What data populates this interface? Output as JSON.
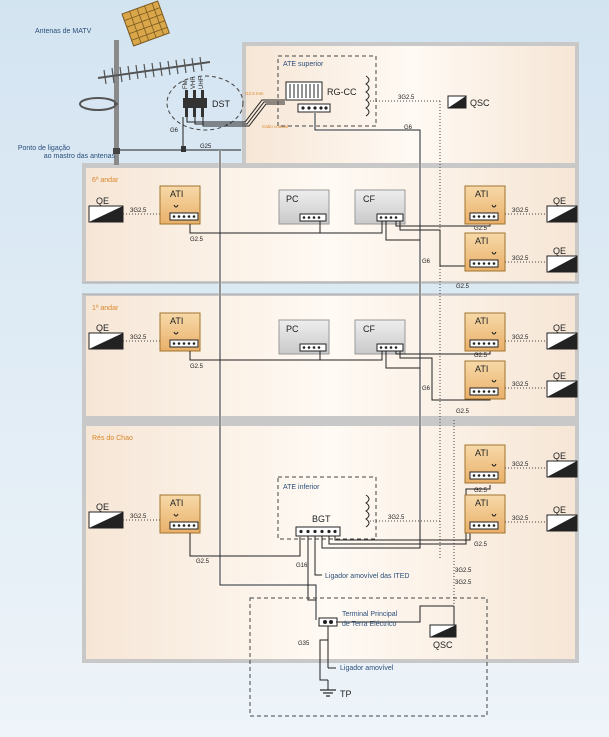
{
  "labels": {
    "antenna": "Antenas de MATV",
    "mast_line1": "Ponto de ligação",
    "mast_line2": "ao mastro das antenas",
    "dst": "DST",
    "fm": "FM",
    "vhf": "VHF",
    "uhf": "UHF",
    "g6": "G6",
    "g25": "G25",
    "g2_5": "G2.5",
    "g16": "G16",
    "g35": "G35",
    "cable_3g25": "3G2.5",
    "cable_coax_note": "Cabo coaxial",
    "cable_025_note": "G2.5 mm",
    "ate_sup": "ATE superior",
    "rgcc": "RG-CC",
    "qsc": "QSC",
    "ati": "ATI",
    "qe": "QE",
    "pc": "PC",
    "cf": "CF",
    "floor6": "6º andar",
    "floor1": "1º andar",
    "ground": "Rés do Chao",
    "ate_inf": "ATE inferior",
    "bgt": "BGT",
    "ligador_ited": "Ligador amovível das ITED",
    "terminal_line1": "Terminal Principal",
    "terminal_line2": "de Terra Eléctrico",
    "ligador_amov": "Ligador amovível",
    "tp": "TP"
  }
}
